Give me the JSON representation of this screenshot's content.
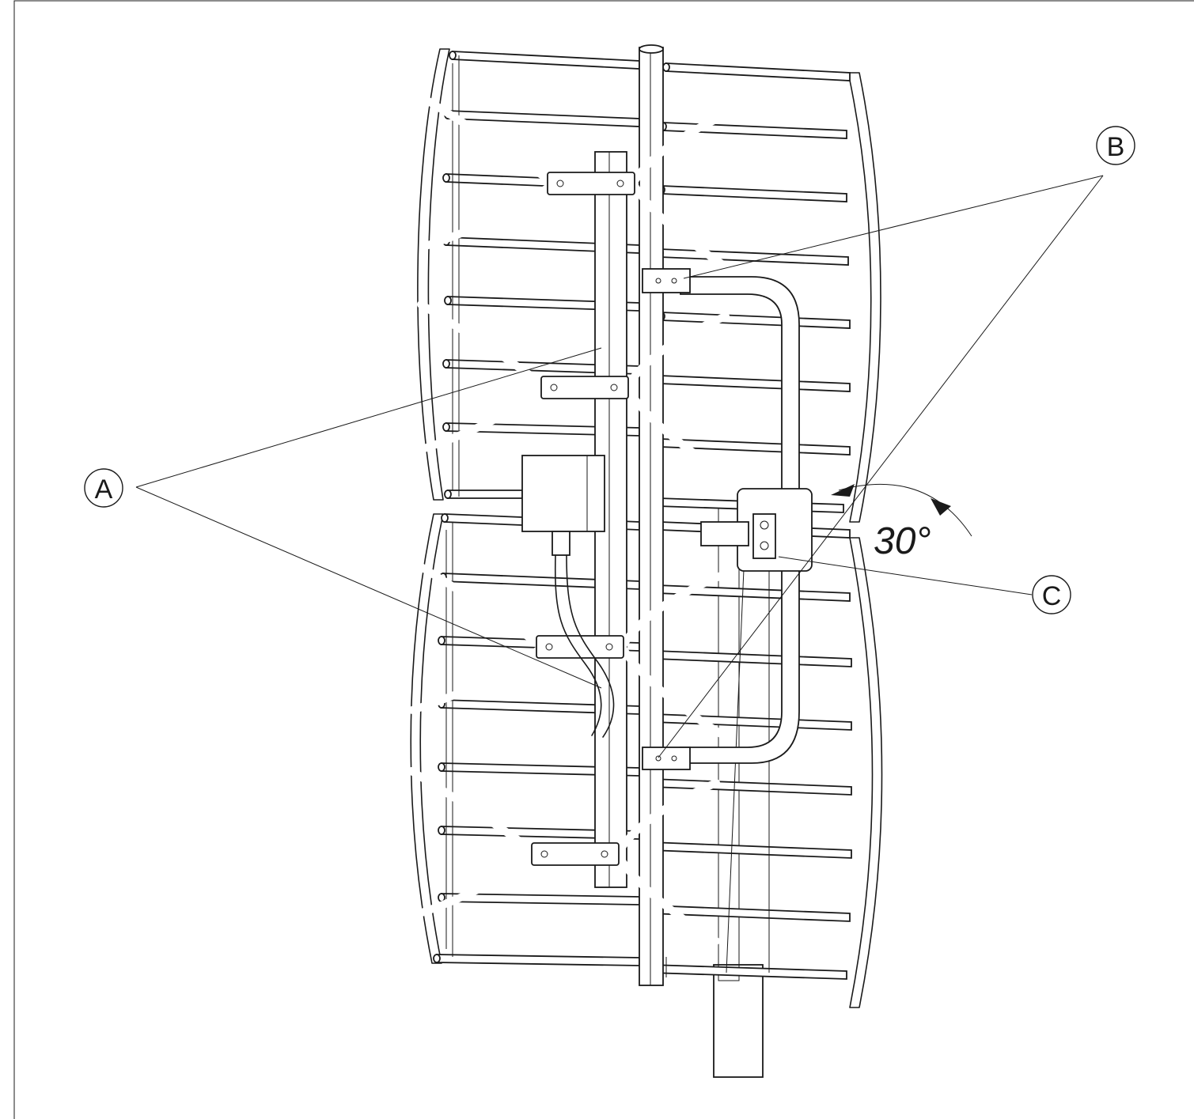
{
  "diagram": {
    "callouts": [
      {
        "id": "A",
        "label": "A"
      },
      {
        "id": "B",
        "label": "B"
      },
      {
        "id": "C",
        "label": "C"
      }
    ],
    "angle_label": "30°",
    "angle_degrees": 30,
    "line_color": "#1a1a1a",
    "background": "#ffffff"
  }
}
